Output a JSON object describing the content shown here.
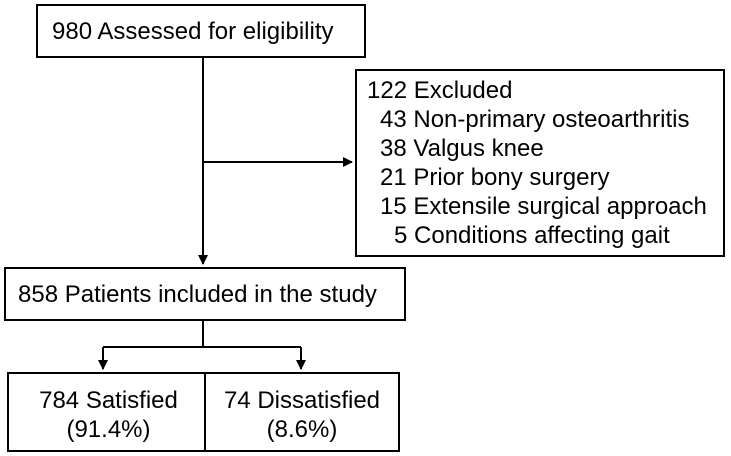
{
  "assessed": "980 Assessed for eligibility",
  "excluded": {
    "title": "122 Excluded",
    "items": [
      "43 Non-primary osteoarthritis",
      "38 Valgus knee",
      "21 Prior bony surgery",
      "15 Extensile surgical approach",
      "5 Conditions affecting gait"
    ]
  },
  "included": "858 Patients included in the study",
  "satisfied": {
    "count": "784 Satisfied",
    "percent": "(91.4%)"
  },
  "dissatisfied": {
    "count": "74 Dissatisfied",
    "percent": "(8.6%)"
  }
}
